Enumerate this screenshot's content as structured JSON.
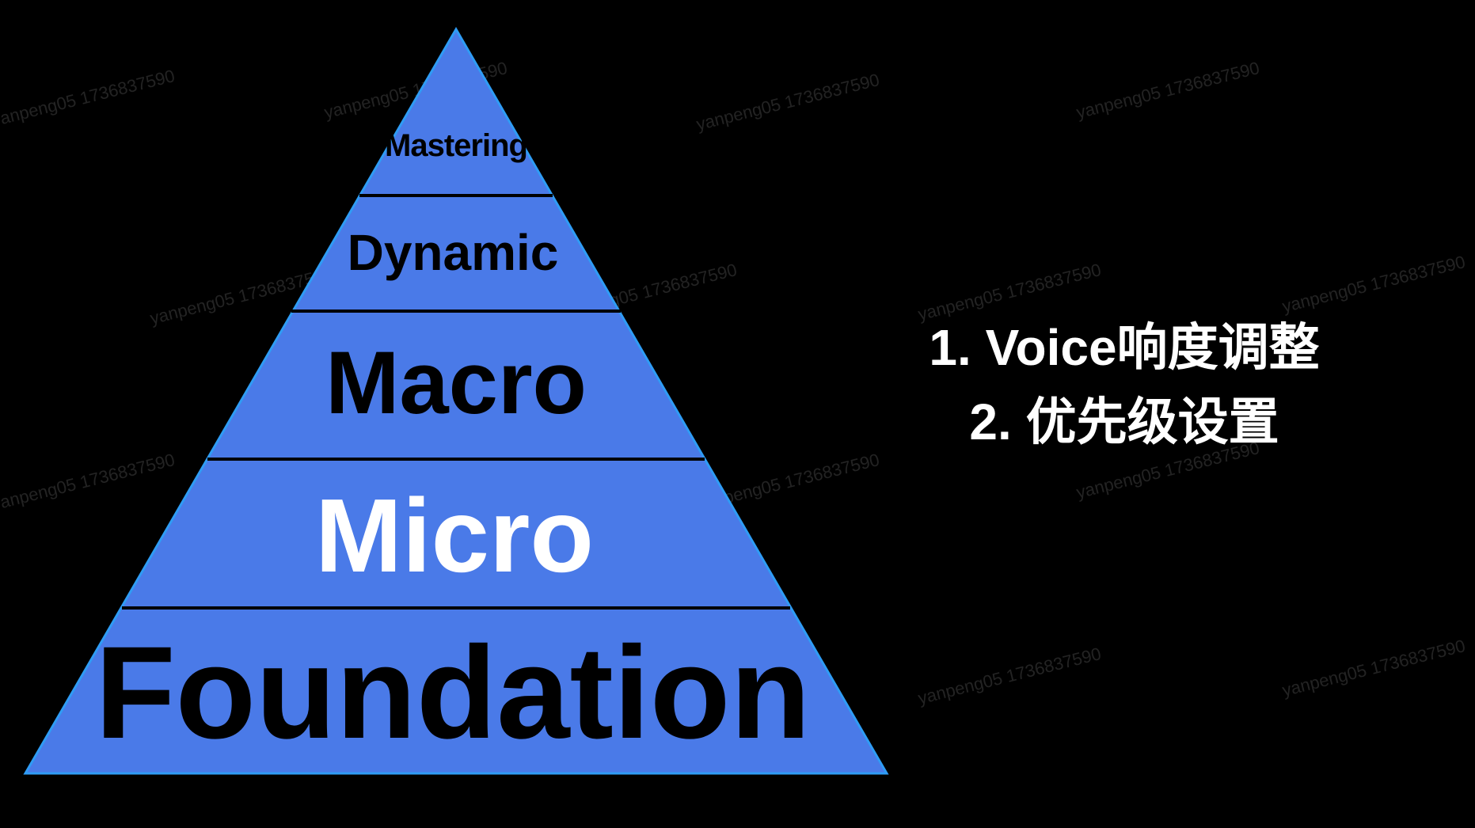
{
  "pyramid": {
    "fill_color": "#4a7ae8",
    "outline_color": "#2f9cf5",
    "divider_color": "#000000",
    "layers": [
      {
        "label": "Mastering",
        "text_color": "#000000"
      },
      {
        "label": "Dynamic",
        "text_color": "#000000"
      },
      {
        "label": "Macro",
        "text_color": "#000000"
      },
      {
        "label": "Micro",
        "text_color": "#ffffff"
      },
      {
        "label": "Foundation",
        "text_color": "#000000"
      }
    ]
  },
  "notes": {
    "item1": "1. Voice响度调整",
    "item2": "2. 优先级设置"
  },
  "watermark": {
    "text": "yanpeng05 1736837590"
  }
}
